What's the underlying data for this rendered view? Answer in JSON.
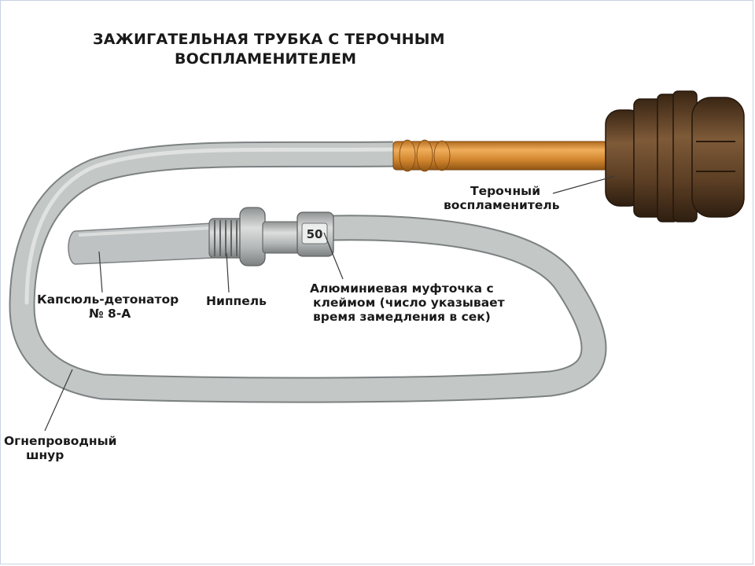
{
  "title": {
    "line1": "ЗАЖИГАТЕЛЬНАЯ ТРУБКА С ТЕРОЧНЫМ",
    "line2": "ВОСПЛАМЕНИТЕЛЕМ"
  },
  "labels": {
    "igniter": {
      "line1": "Терочный",
      "line2": "воспламенитель"
    },
    "detonator": {
      "line1": "Капсюль-детонатор",
      "line2": "№ 8-А"
    },
    "nipple": {
      "line1": "Ниппель"
    },
    "sleeve": {
      "line1": "Алюминиевая муфточка с",
      "line2": "клеймом (число указывает",
      "line3": "время замедления в сек)"
    },
    "cord": {
      "line1": "Огнепроводный",
      "line2": "шнур"
    }
  },
  "sleeve_marking": "50",
  "colors": {
    "cord": "#c3c7c6",
    "cord_edge": "#7c8182",
    "copper": "#d1852d",
    "igniter_cap": "#6a4a2d",
    "metal": "#b9bbbb"
  }
}
